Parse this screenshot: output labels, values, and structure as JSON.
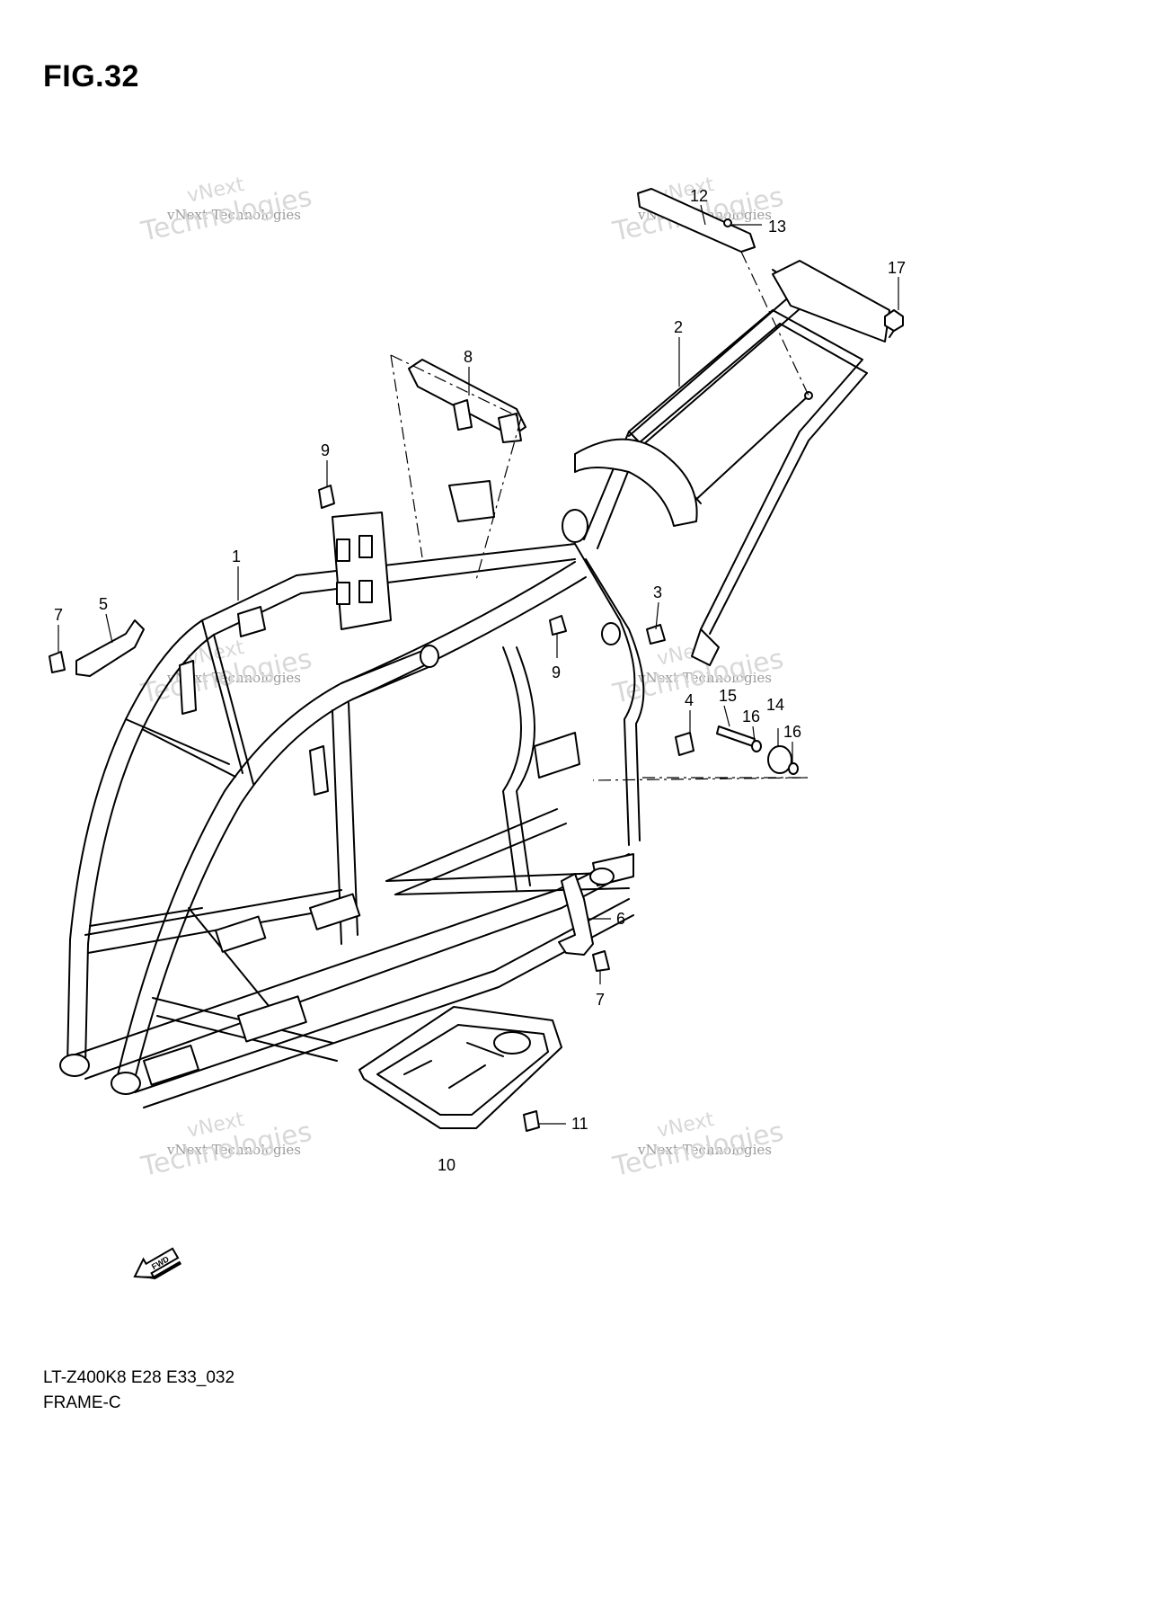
{
  "figure": {
    "title": "FIG.32",
    "model_code": "LT-Z400K8 E28 E33_032",
    "name": "FRAME-C"
  },
  "watermark": {
    "line1": "vNext",
    "line2": "vNext Technologies",
    "line3": "Technologies"
  },
  "callouts": {
    "c1": "1",
    "c2": "2",
    "c3": "3",
    "c4": "4",
    "c5": "5",
    "c6": "6",
    "c7a": "7",
    "c7b": "7",
    "c8": "8",
    "c9a": "9",
    "c9b": "9",
    "c10": "10",
    "c11": "11",
    "c12": "12",
    "c13": "13",
    "c14": "14",
    "c15": "15",
    "c16a": "16",
    "c16b": "16",
    "c17": "17"
  },
  "fwd_arrow": {
    "label": "FWD"
  },
  "colors": {
    "line": "#000000",
    "watermark": "#d8d8d8",
    "background": "#ffffff"
  }
}
